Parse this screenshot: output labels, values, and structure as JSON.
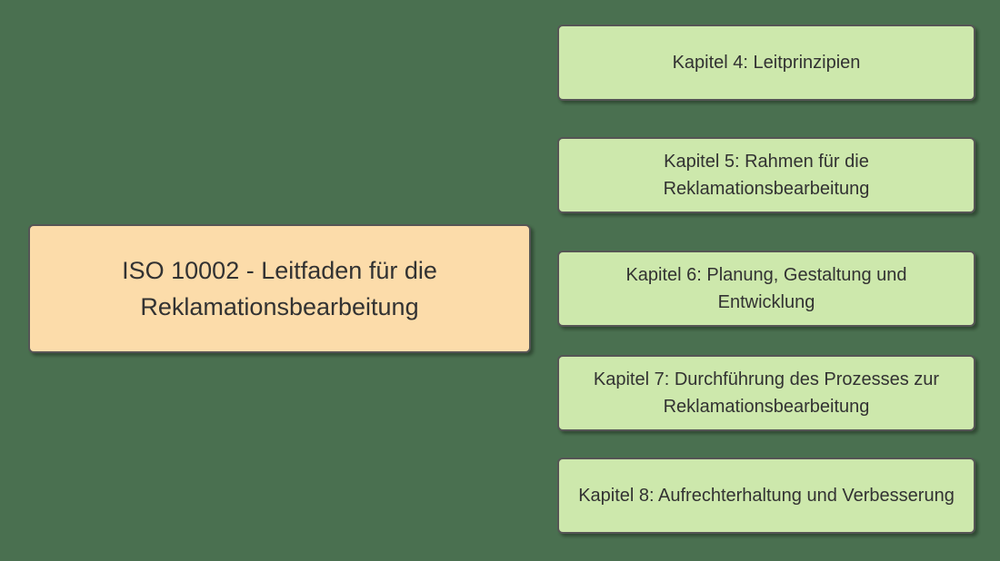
{
  "diagram": {
    "title_box": {
      "label": "ISO 10002 - Leitfaden für die Reklamationsbearbeitung"
    },
    "chapters": [
      {
        "label": "Kapitel 4: Leitprinzipien"
      },
      {
        "label": "Kapitel 5: Rahmen für die Reklamationsbearbeitung"
      },
      {
        "label": "Kapitel 6: Planung, Gestaltung und Entwicklung"
      },
      {
        "label": "Kapitel 7: Durchführung des Prozesses zur Reklamationsbearbeitung"
      },
      {
        "label": "Kapitel 8: Aufrechterhaltung und Verbesserung"
      }
    ],
    "colors": {
      "background": "#4a7050",
      "title_box_fill": "#fcdcaa",
      "chapter_box_fill": "#cde8ac",
      "border": "#555555",
      "text": "#323232"
    }
  }
}
